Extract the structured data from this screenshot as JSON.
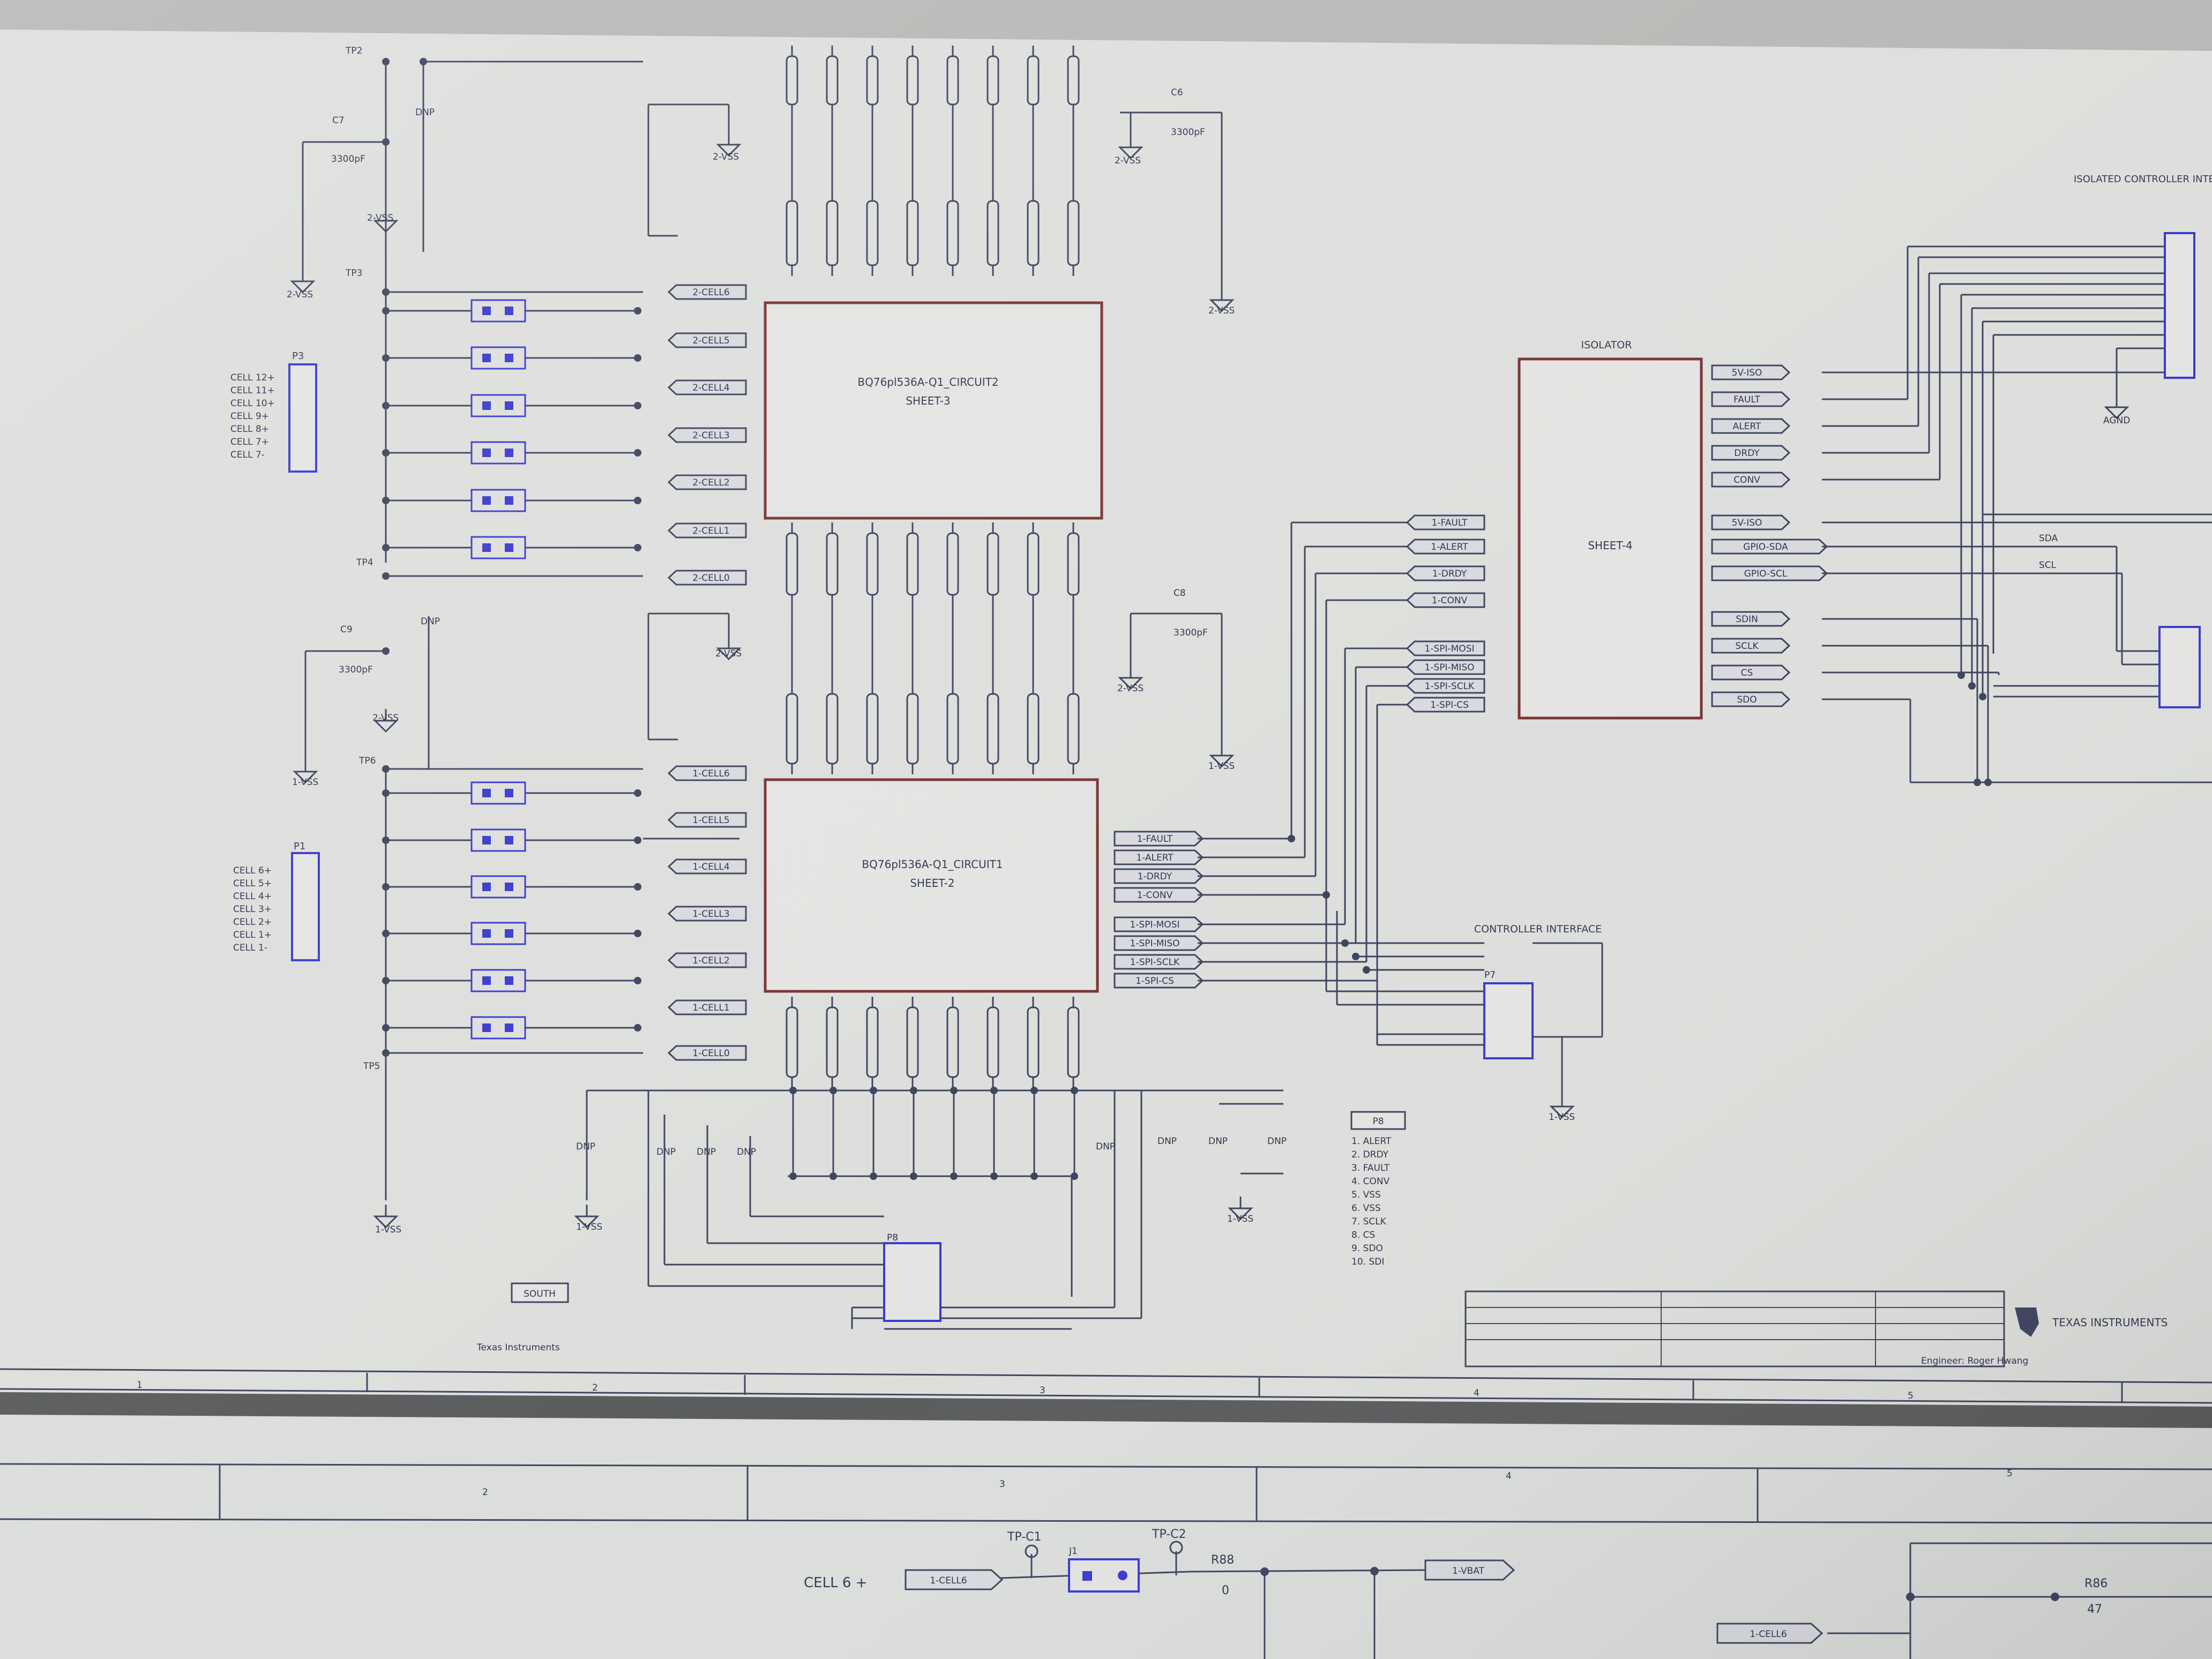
{
  "schematic": {
    "colors": {
      "paper": "#dedfdc",
      "wire": "#3e4560",
      "block_border": "#7a3434",
      "jumper": "#3a3ad0",
      "port_fill": "#d9dade"
    },
    "blocks": {
      "upper": {
        "title": "BQ76pl536A-Q1_CIRCUIT2",
        "sheet": "SHEET-3"
      },
      "lower": {
        "title": "BQ76pl536A-Q1_CIRCUIT1",
        "sheet": "SHEET-2"
      },
      "isolator": {
        "label": "ISOLATOR",
        "sheet": "SHEET-4"
      }
    },
    "connectors": {
      "p3": {
        "ref": "P3",
        "pins": [
          "CELL 12+",
          "CELL 11+",
          "CELL 10+",
          "CELL 9+",
          "CELL 8+",
          "CELL 7+",
          "CELL 7-"
        ]
      },
      "p1": {
        "ref": "P1",
        "pins": [
          "CELL 6+",
          "CELL 5+",
          "CELL 4+",
          "CELL 3+",
          "CELL 2+",
          "CELL 1+",
          "CELL 1-"
        ]
      },
      "p7": {
        "ref": "P7",
        "label": "CONTROLLER INTERFACE"
      },
      "p8": {
        "ref": "P8"
      },
      "right": {
        "label": "ISOLATED CONTROLLER INTERFACE"
      }
    },
    "test_points": [
      "TP2",
      "TP3",
      "TP4",
      "TP5",
      "TP6"
    ],
    "ground_labels": [
      "2-VSS",
      "1-VSS",
      "AGND"
    ],
    "upper_ports": [
      "2-CELL6",
      "2-CELL5",
      "2-CELL4",
      "2-CELL3",
      "2-CELL2",
      "2-CELL1",
      "2-CELL0"
    ],
    "lower_ports": [
      "1-CELL6",
      "1-CELL5",
      "1-CELL4",
      "1-CELL3",
      "1-CELL2",
      "1-CELL1",
      "1-CELL0"
    ],
    "lower_out_ports": [
      "1-FAULT",
      "1-ALERT",
      "1-DRDY",
      "1-CONV",
      "1-SPI-MOSI",
      "1-SPI-MISO",
      "1-SPI-SCLK",
      "1-SPI-CS"
    ],
    "iso_left_ports": [
      "1-FAULT",
      "1-ALERT",
      "1-DRDY",
      "1-CONV",
      "1-SPI-MOSI",
      "1-SPI-MISO",
      "1-SPI-SCLK",
      "1-SPI-CS"
    ],
    "iso_right_ports": [
      "5V-ISO",
      "FAULT",
      "ALERT",
      "DRDY",
      "CONV",
      "5V-ISO",
      "GPIO-SDA",
      "GPIO-SCL",
      "SDIN",
      "SCLK",
      "CS",
      "SDO"
    ],
    "signal_labels": {
      "sda": "SDA",
      "scl": "SCL"
    },
    "caps": {
      "c7": "C7",
      "c8": "C8",
      "c9": "C9",
      "c6": "C6",
      "value": "3300pF"
    },
    "dnp": "DNP",
    "pin_legend": {
      "header": "P8",
      "items": [
        "1. ALERT",
        "2. DRDY",
        "3. FAULT",
        "4. CONV",
        "5. VSS",
        "6. VSS",
        "7. SCLK",
        "8. CS",
        "9. SDO",
        "10. SDI"
      ]
    },
    "south_tag": "SOUTH",
    "title_block": {
      "company": "Texas Instruments",
      "tagline": "TEXAS INSTRUMENTS",
      "engineer": "Engineer: Roger Hwang"
    },
    "frame_numbers": [
      "1",
      "2",
      "3",
      "4",
      "5"
    ]
  },
  "next_sheet": {
    "frame_numbers": [
      "2",
      "3",
      "4",
      "5"
    ],
    "cell_label": "CELL 6 +",
    "port_cell": "1-CELL6",
    "tp_c1": "TP-C1",
    "tp_c2": "TP-C2",
    "jumper": "J1",
    "resistor": "R88",
    "resistor_value": "0",
    "vbat": "1-VBAT",
    "r_right": "R86",
    "r_right_value": "47",
    "port_cell_lower": "1-CELL6"
  }
}
